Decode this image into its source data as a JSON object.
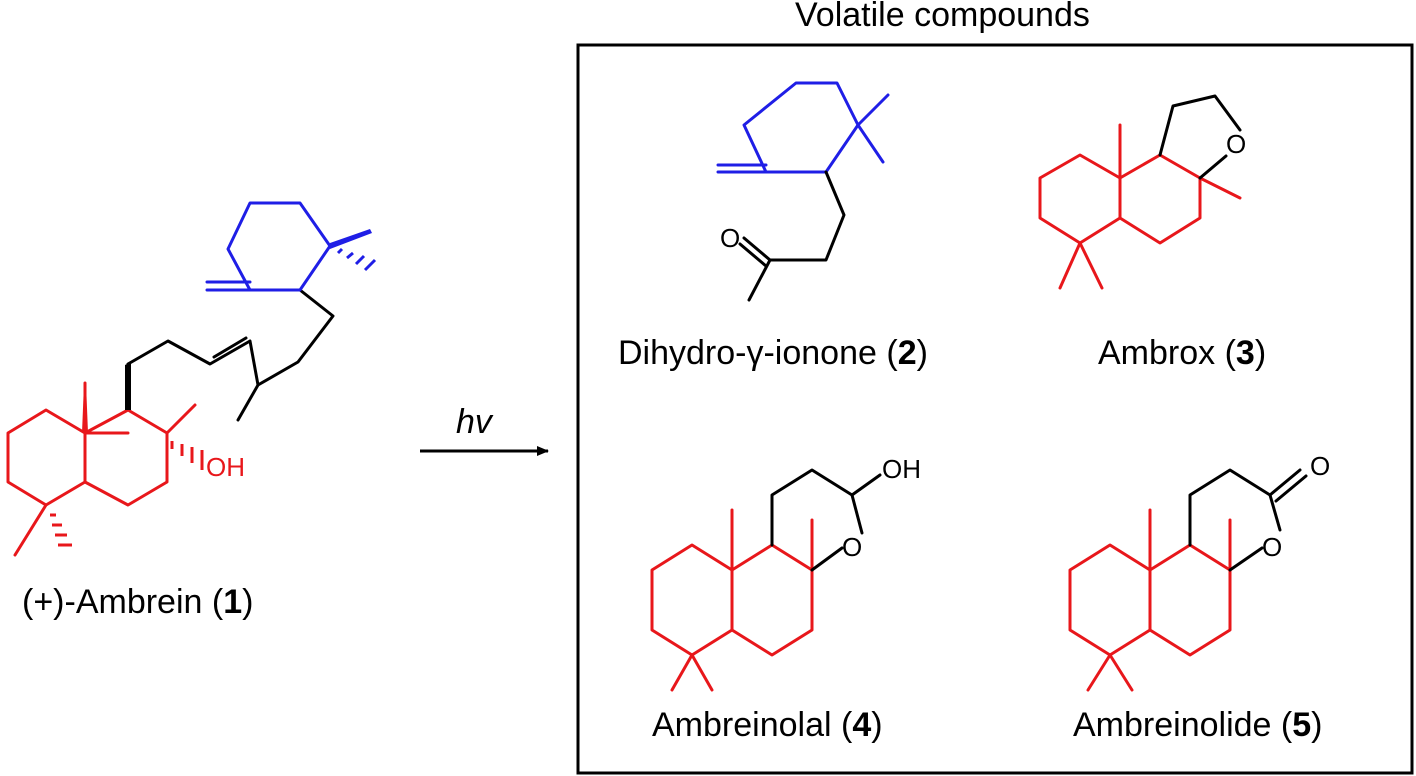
{
  "header": {
    "title": "Volatile compounds"
  },
  "reaction": {
    "condition": "hv"
  },
  "colors": {
    "red_fragment": "#e8171b",
    "blue_fragment": "#1f1ee6",
    "bonds": "#000000"
  },
  "compounds": [
    {
      "id": "1",
      "name": "(+)-Ambrein",
      "open": " (",
      "close": ")",
      "substituent": "OH"
    },
    {
      "id": "2",
      "name": "Dihydro-γ-ionone",
      "open": " (",
      "close": ")",
      "substituent": "O"
    },
    {
      "id": "3",
      "name": "Ambrox",
      "open": " (",
      "close": ")",
      "substituent": "O"
    },
    {
      "id": "4",
      "name": "Ambreinolal",
      "open": " (",
      "close": ")",
      "substituent": "O",
      "substituent2": "OH"
    },
    {
      "id": "5",
      "name": "Ambreinolide",
      "open": " (",
      "close": ")",
      "substituent": "O",
      "substituent2": "O"
    }
  ]
}
